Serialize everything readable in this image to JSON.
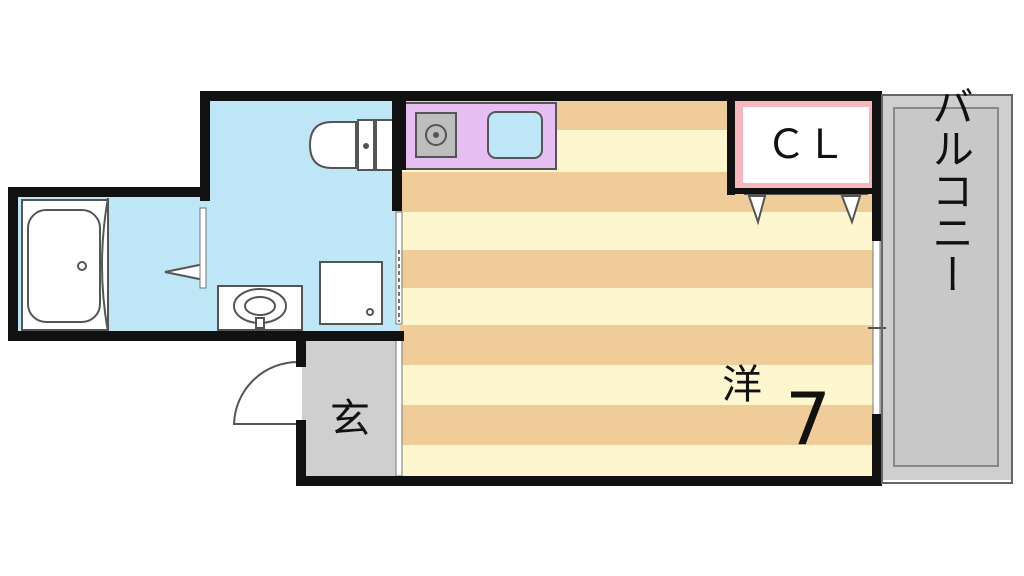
{
  "labels": {
    "closet": "ＣＬ",
    "western_room": "洋",
    "room_size": "7",
    "entrance": "玄",
    "balcony": "バルコニー"
  },
  "colors": {
    "wall": "#111111",
    "bath_blue": "#bfe6f6",
    "tatami_dark": "#f0cc98",
    "tatami_light": "#fdf6cf",
    "kitchen": "#e7bef1",
    "closet_pink": "#f7b7bd",
    "gray": "#cfcfcf"
  }
}
